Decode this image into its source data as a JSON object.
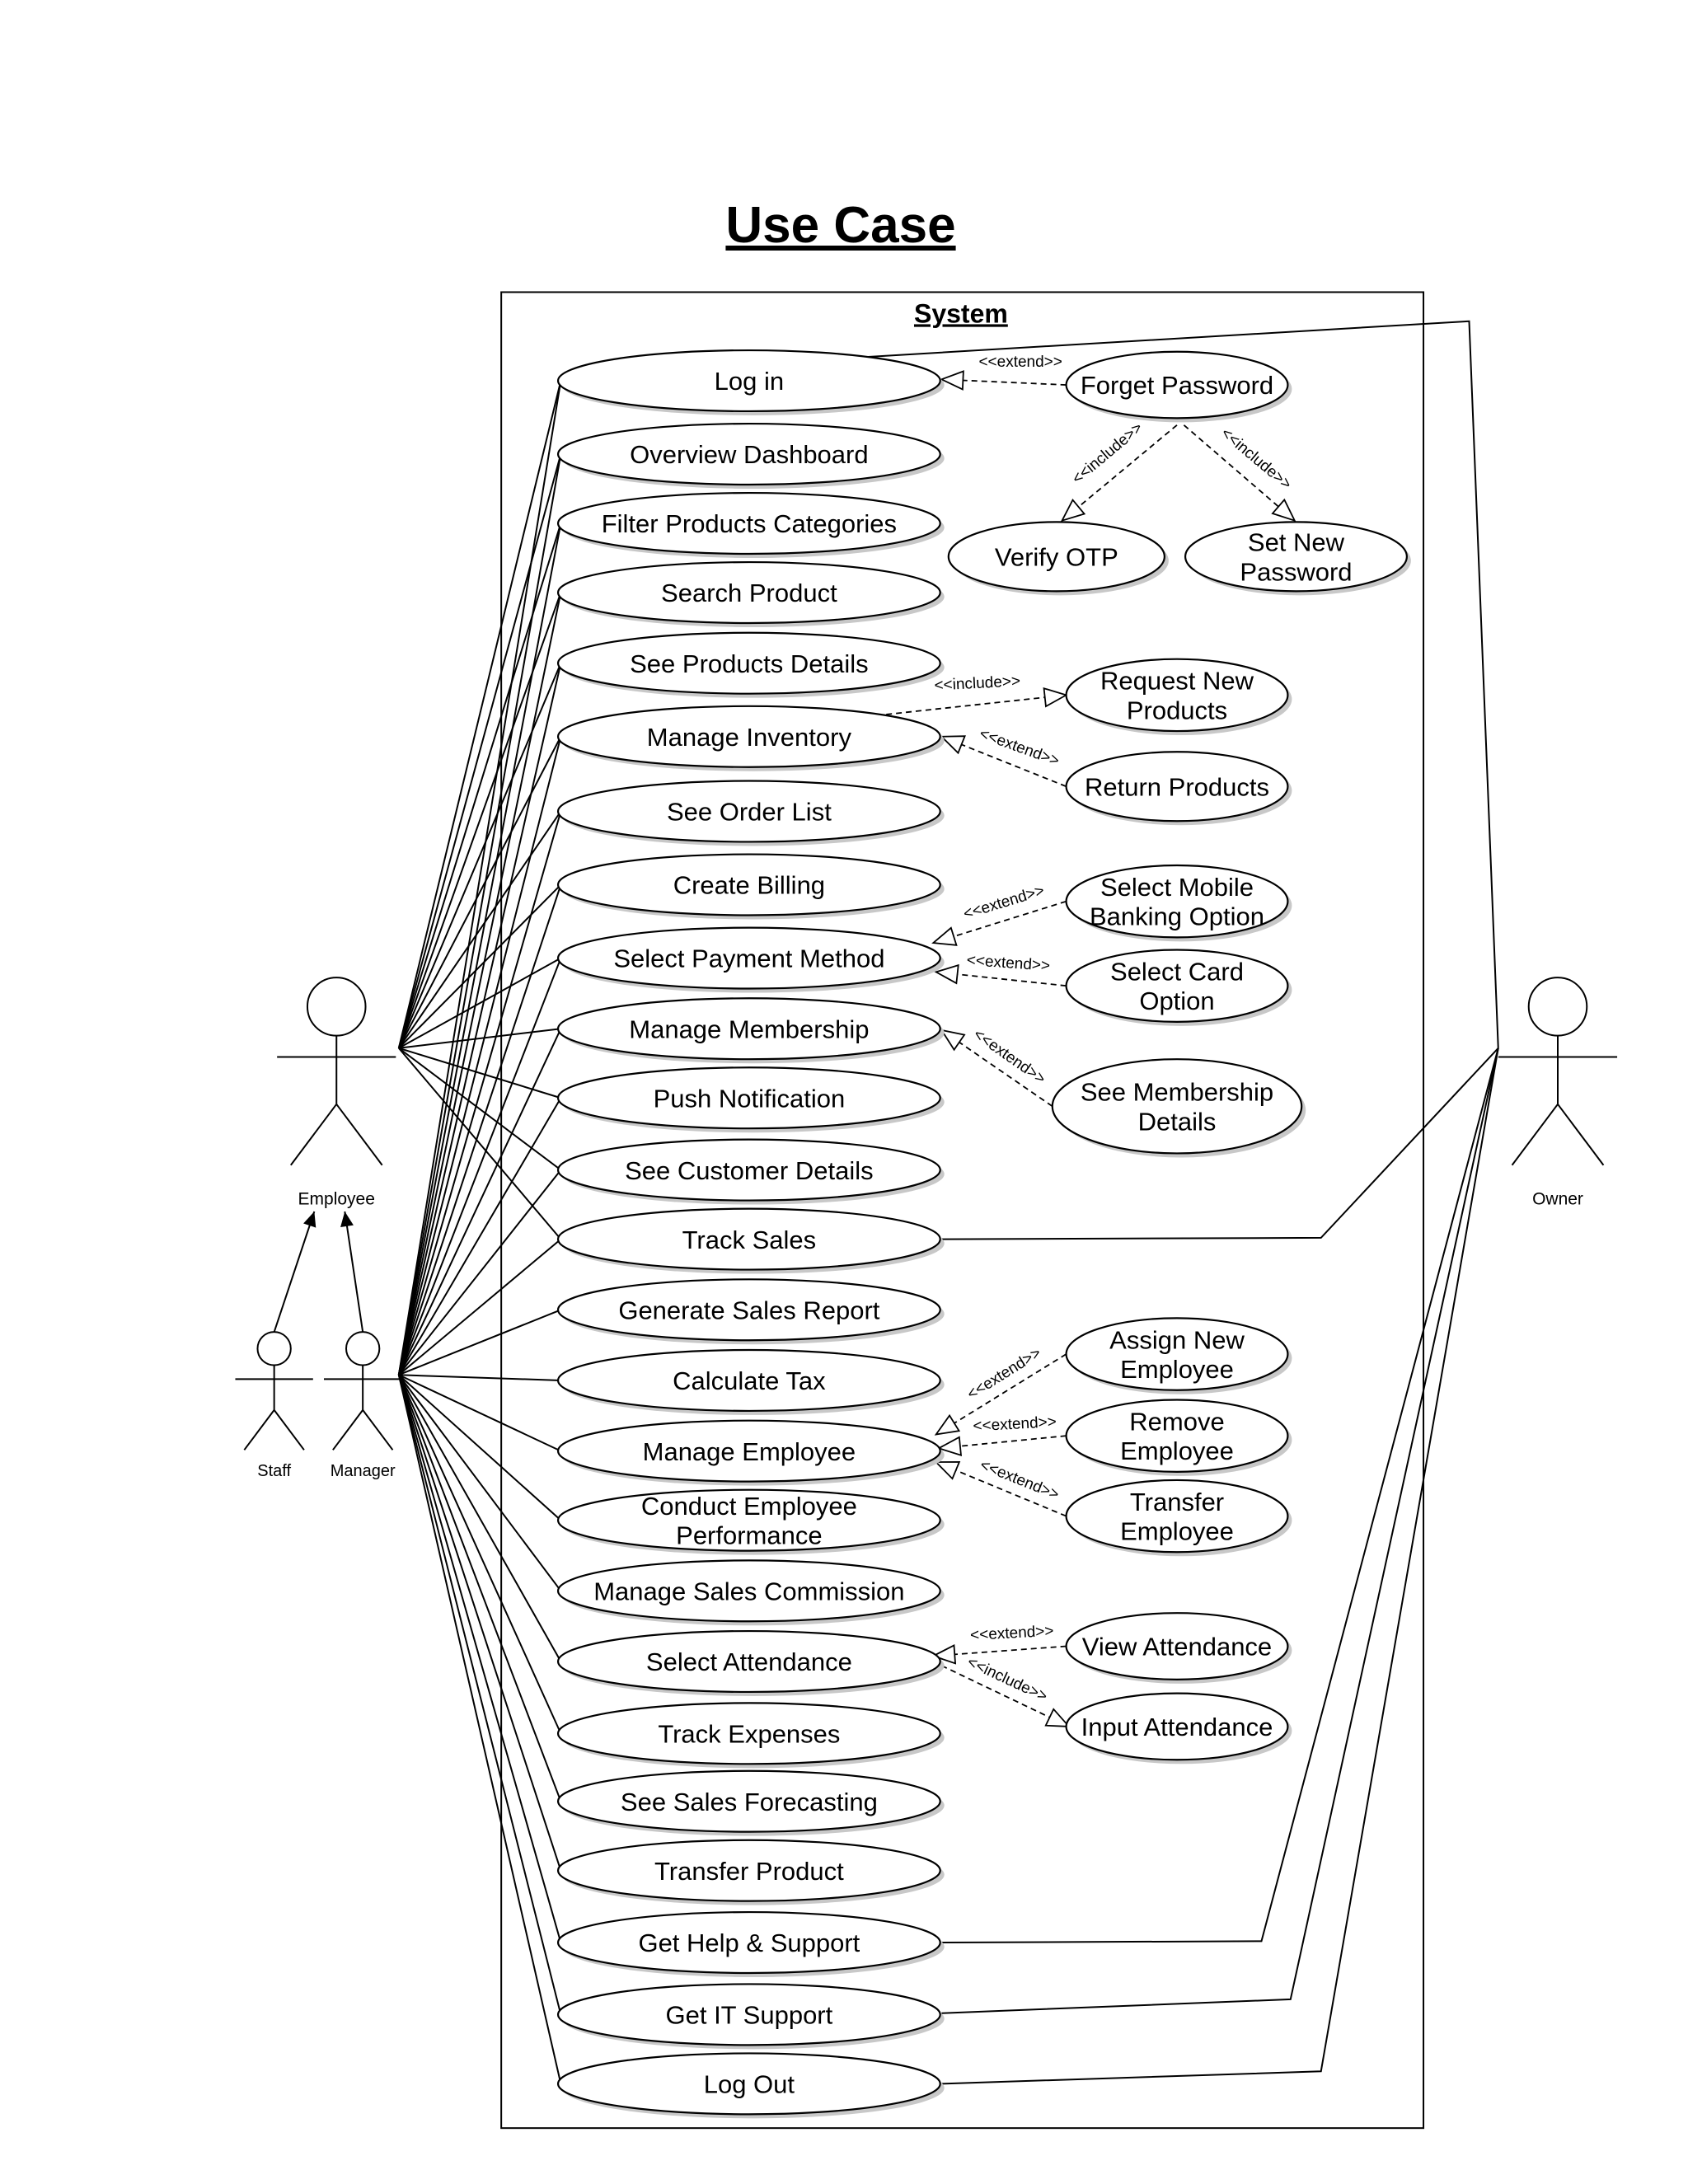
{
  "title": "Use Case",
  "system_label": "System",
  "actors": {
    "employee": "Employee",
    "staff": "Staff",
    "manager": "Manager",
    "owner": "Owner"
  },
  "use_cases": {
    "login": [
      "Log in"
    ],
    "overview_dashboard": [
      "Overview Dashboard"
    ],
    "filter_products": [
      "Filter Products Categories"
    ],
    "search_product": [
      "Search Product"
    ],
    "product_details": [
      "See Products Details"
    ],
    "manage_inventory": [
      "Manage Inventory"
    ],
    "order_list": [
      "See Order List"
    ],
    "create_billing": [
      "Create Billing"
    ],
    "payment_method": [
      "Select Payment Method"
    ],
    "manage_membership": [
      "Manage Membership"
    ],
    "push_notification": [
      "Push Notification"
    ],
    "customer_details": [
      "See Customer Details"
    ],
    "track_sales": [
      "Track Sales"
    ],
    "sales_report": [
      "Generate Sales Report"
    ],
    "calculate_tax": [
      "Calculate Tax"
    ],
    "manage_employee": [
      "Manage Employee"
    ],
    "employee_performance": [
      "Conduct Employee",
      "Performance"
    ],
    "sales_commission": [
      "Manage Sales Commission"
    ],
    "select_attendance": [
      "Select Attendance"
    ],
    "track_expenses": [
      "Track Expenses"
    ],
    "sales_forecasting": [
      "See Sales Forecasting"
    ],
    "transfer_product": [
      "Transfer Product"
    ],
    "help_support": [
      "Get Help & Support"
    ],
    "it_support": [
      "Get IT Support"
    ],
    "logout": [
      "Log Out"
    ],
    "forget_password": [
      "Forget Password"
    ],
    "verify_otp": [
      "Verify OTP"
    ],
    "set_new_password": [
      "Set New",
      "Password"
    ],
    "request_new_products": [
      "Request New",
      "Products"
    ],
    "return_products": [
      "Return Products"
    ],
    "mobile_banking": [
      "Select Mobile",
      "Banking Option"
    ],
    "card_option": [
      "Select Card",
      "Option"
    ],
    "membership_details": [
      "See Membership",
      "Details"
    ],
    "assign_employee": [
      "Assign New",
      "Employee"
    ],
    "remove_employee": [
      "Remove",
      "Employee"
    ],
    "transfer_employee": [
      "Transfer",
      "Employee"
    ],
    "view_attendance": [
      "View Attendance"
    ],
    "input_attendance": [
      "Input Attendance"
    ]
  },
  "relations": {
    "extend": "<<extend>>",
    "include": "<<include>>"
  }
}
